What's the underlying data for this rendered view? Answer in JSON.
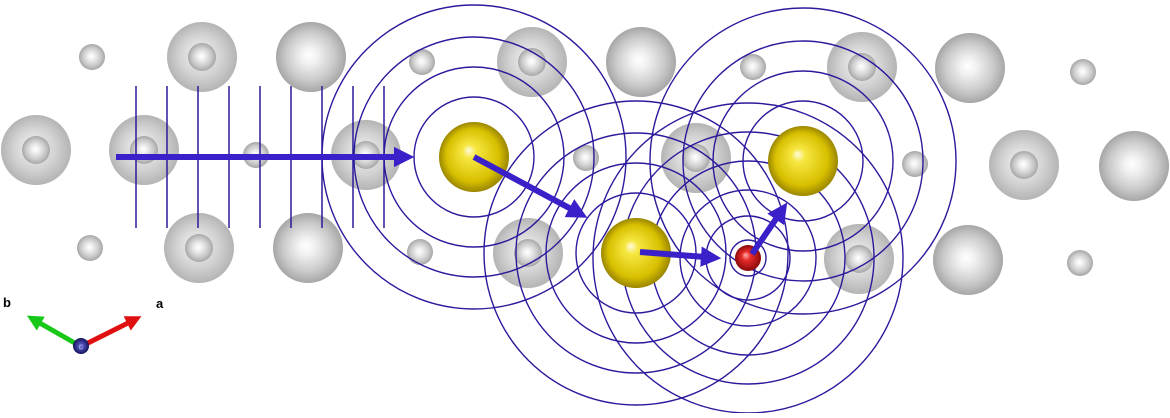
{
  "axes": {
    "a_label": "a",
    "b_label": "b",
    "c_label": "c"
  },
  "colors": {
    "background": "#ffffff",
    "wave": "#2b1a9c",
    "arrow": "#3a20c8",
    "grey_atom": "#c8c8c8",
    "yellow_atom": "#e0c800",
    "red_atom": "#d81a1a",
    "axis_a": "#e01010",
    "axis_b": "#18c818",
    "axis_c": "#1a1a8c"
  }
}
